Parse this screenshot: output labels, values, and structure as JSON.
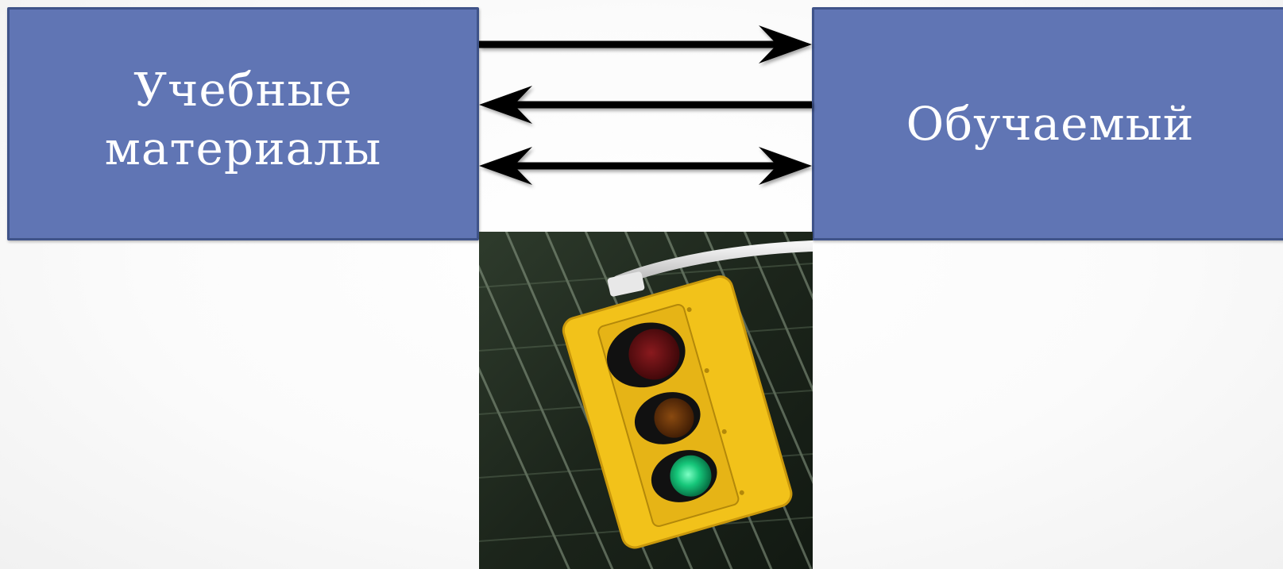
{
  "diagram": {
    "left_box": {
      "label": "Учебные\nматериалы",
      "fill_color": "#6075b4",
      "border_color": "#3f5389"
    },
    "right_box": {
      "label": "Обучаемый",
      "fill_color": "#6075b4",
      "border_color": "#3f5389"
    },
    "arrows": [
      {
        "from": "left_box",
        "to": "right_box",
        "style": "single-headed"
      },
      {
        "from": "right_box",
        "to": "left_box",
        "style": "single-headed"
      },
      {
        "between": [
          "left_box",
          "right_box"
        ],
        "style": "double-headed"
      }
    ],
    "image": {
      "subject": "traffic-light-icon",
      "lit_signal": "green",
      "housing_color": "#f2c21a"
    }
  }
}
